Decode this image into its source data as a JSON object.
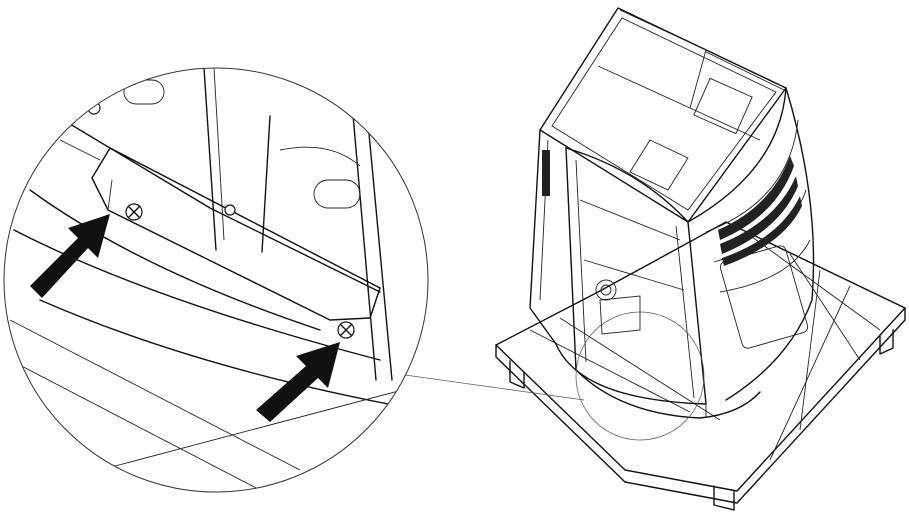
{
  "figure": {
    "type": "technical-illustration",
    "subject": "pellet-stove-on-pallet",
    "detail_view": "magnified-circle",
    "arrow_count": 2,
    "icons": [
      "arrow-icon",
      "screw-icon"
    ],
    "colors": {
      "line": "#111111",
      "background": "#ffffff"
    }
  }
}
